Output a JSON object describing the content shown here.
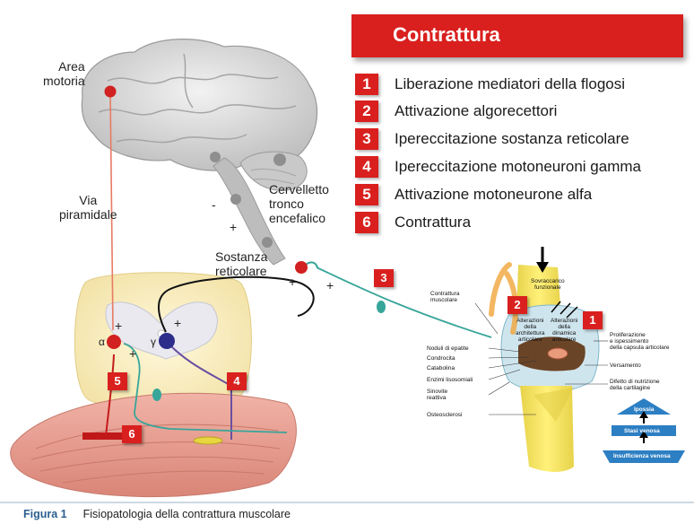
{
  "title": "Contrattura",
  "legend": [
    {
      "num": "1",
      "text": "Liberazione mediatori della flogosi"
    },
    {
      "num": "2",
      "text": "Attivazione algorecettori"
    },
    {
      "num": "3",
      "text": "Ipereccitazione sostanza reticolare"
    },
    {
      "num": "4",
      "text": "Ipereccitazione motoneuroni gamma"
    },
    {
      "num": "5",
      "text": "Attivazione motoneurone alfa"
    },
    {
      "num": "6",
      "text": "Contrattura"
    }
  ],
  "labels": {
    "area_motoria_1": "Area",
    "area_motoria_2": "motoria",
    "via_piramidale_1": "Via",
    "via_piramidale_2": "piramidale",
    "cervelletto": "Cervelletto",
    "tronco": "tronco",
    "encefalico": "encefalico",
    "sostanza_1": "Sostanza",
    "sostanza_2": "reticolare",
    "alpha": "α",
    "gamma": "γ"
  },
  "joint": {
    "sovraccarico_1": "Sovraccarico",
    "sovraccarico_2": "funzionale",
    "contrattura_1": "Contrattura",
    "contrattura_2": "muscolare",
    "alt_arch_1": "Alterazioni",
    "alt_arch_2": "della",
    "alt_arch_3": "architettura",
    "alt_arch_4": "articolare",
    "alt_din_1": "Alterazioni",
    "alt_din_2": "della",
    "alt_din_3": "dinamica",
    "alt_din_4": "articolare",
    "left_1": "Noduli di epatite",
    "left_2": "Condrocita",
    "left_3": "Catabolina",
    "left_4": "Enzimi lisosomiali",
    "left_5a": "Sinovite",
    "left_5b": "reattiva",
    "left_6": "Osteosclerosi",
    "right_1a": "Proliferazione",
    "right_1b": "e ispessimento",
    "right_1c": "della capsula articolare",
    "right_2": "Versamento",
    "right_3a": "Difetto di nutrizione",
    "right_3b": "della cartilagine",
    "tri_1": "Ipossia",
    "tri_2": "Stasi venosa",
    "tri_3": "Insufficienza venosa"
  },
  "badges": {
    "b1": "1",
    "b2": "2",
    "b3": "3",
    "b4": "4",
    "b5": "5",
    "b6": "6"
  },
  "signs": {
    "plus": "+",
    "minus": "-"
  },
  "caption": {
    "label": "Figura 1",
    "text": "Fisiopatologia della contrattura muscolare"
  }
}
